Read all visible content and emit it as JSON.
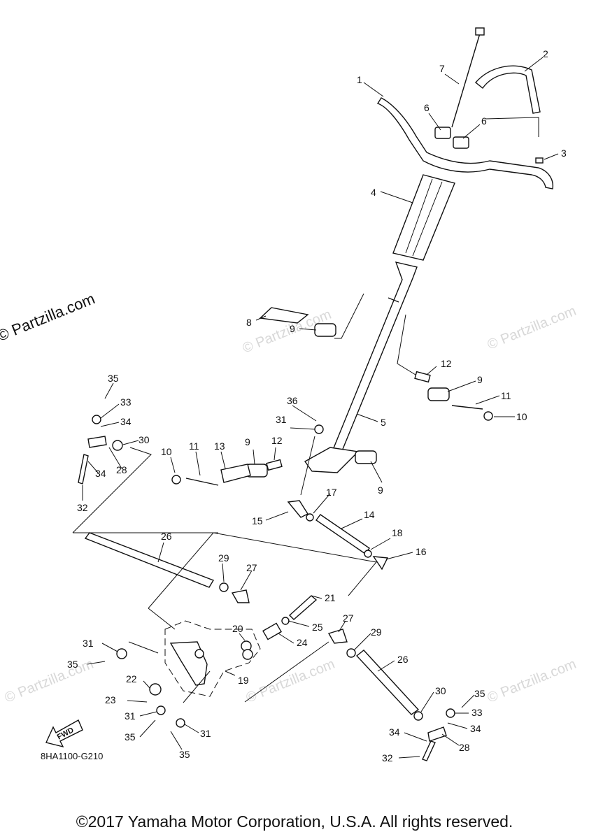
{
  "watermark": {
    "main": "© Partzilla.com",
    "faint": "© Partzilla.com"
  },
  "callouts": [
    {
      "id": "1",
      "text": "1"
    },
    {
      "id": "2",
      "text": "2"
    },
    {
      "id": "3",
      "text": "3"
    },
    {
      "id": "4",
      "text": "4"
    },
    {
      "id": "5",
      "text": "5"
    },
    {
      "id": "6a",
      "text": "6"
    },
    {
      "id": "6b",
      "text": "6"
    },
    {
      "id": "7",
      "text": "7"
    },
    {
      "id": "8",
      "text": "8"
    },
    {
      "id": "9a",
      "text": "9"
    },
    {
      "id": "9b",
      "text": "9"
    },
    {
      "id": "9c",
      "text": "9"
    },
    {
      "id": "9d",
      "text": "9"
    },
    {
      "id": "10a",
      "text": "10"
    },
    {
      "id": "10b",
      "text": "10"
    },
    {
      "id": "11a",
      "text": "11"
    },
    {
      "id": "11b",
      "text": "11"
    },
    {
      "id": "12a",
      "text": "12"
    },
    {
      "id": "12b",
      "text": "12"
    },
    {
      "id": "13",
      "text": "13"
    },
    {
      "id": "14",
      "text": "14"
    },
    {
      "id": "15",
      "text": "15"
    },
    {
      "id": "16",
      "text": "16"
    },
    {
      "id": "17",
      "text": "17"
    },
    {
      "id": "18",
      "text": "18"
    },
    {
      "id": "19",
      "text": "19"
    },
    {
      "id": "20",
      "text": "20"
    },
    {
      "id": "21",
      "text": "21"
    },
    {
      "id": "22",
      "text": "22"
    },
    {
      "id": "23",
      "text": "23"
    },
    {
      "id": "24",
      "text": "24"
    },
    {
      "id": "25",
      "text": "25"
    },
    {
      "id": "26a",
      "text": "26"
    },
    {
      "id": "26b",
      "text": "26"
    },
    {
      "id": "27a",
      "text": "27"
    },
    {
      "id": "27b",
      "text": "27"
    },
    {
      "id": "28a",
      "text": "28"
    },
    {
      "id": "28b",
      "text": "28"
    },
    {
      "id": "29a",
      "text": "29"
    },
    {
      "id": "29b",
      "text": "29"
    },
    {
      "id": "30a",
      "text": "30"
    },
    {
      "id": "30b",
      "text": "30"
    },
    {
      "id": "31a",
      "text": "31"
    },
    {
      "id": "31b",
      "text": "31"
    },
    {
      "id": "31c",
      "text": "31"
    },
    {
      "id": "31d",
      "text": "31"
    },
    {
      "id": "32a",
      "text": "32"
    },
    {
      "id": "32b",
      "text": "32"
    },
    {
      "id": "33a",
      "text": "33"
    },
    {
      "id": "33b",
      "text": "33"
    },
    {
      "id": "34a",
      "text": "34"
    },
    {
      "id": "34b",
      "text": "34"
    },
    {
      "id": "34c",
      "text": "34"
    },
    {
      "id": "34d",
      "text": "34"
    },
    {
      "id": "35a",
      "text": "35"
    },
    {
      "id": "35b",
      "text": "35"
    },
    {
      "id": "35c",
      "text": "35"
    },
    {
      "id": "35d",
      "text": "35"
    },
    {
      "id": "36",
      "text": "36"
    }
  ],
  "fwd_label": "FWD",
  "diagram_code": "8HA1100-G210",
  "copyright": "©2017 Yamaha Motor Corporation, U.S.A. All rights reserved."
}
